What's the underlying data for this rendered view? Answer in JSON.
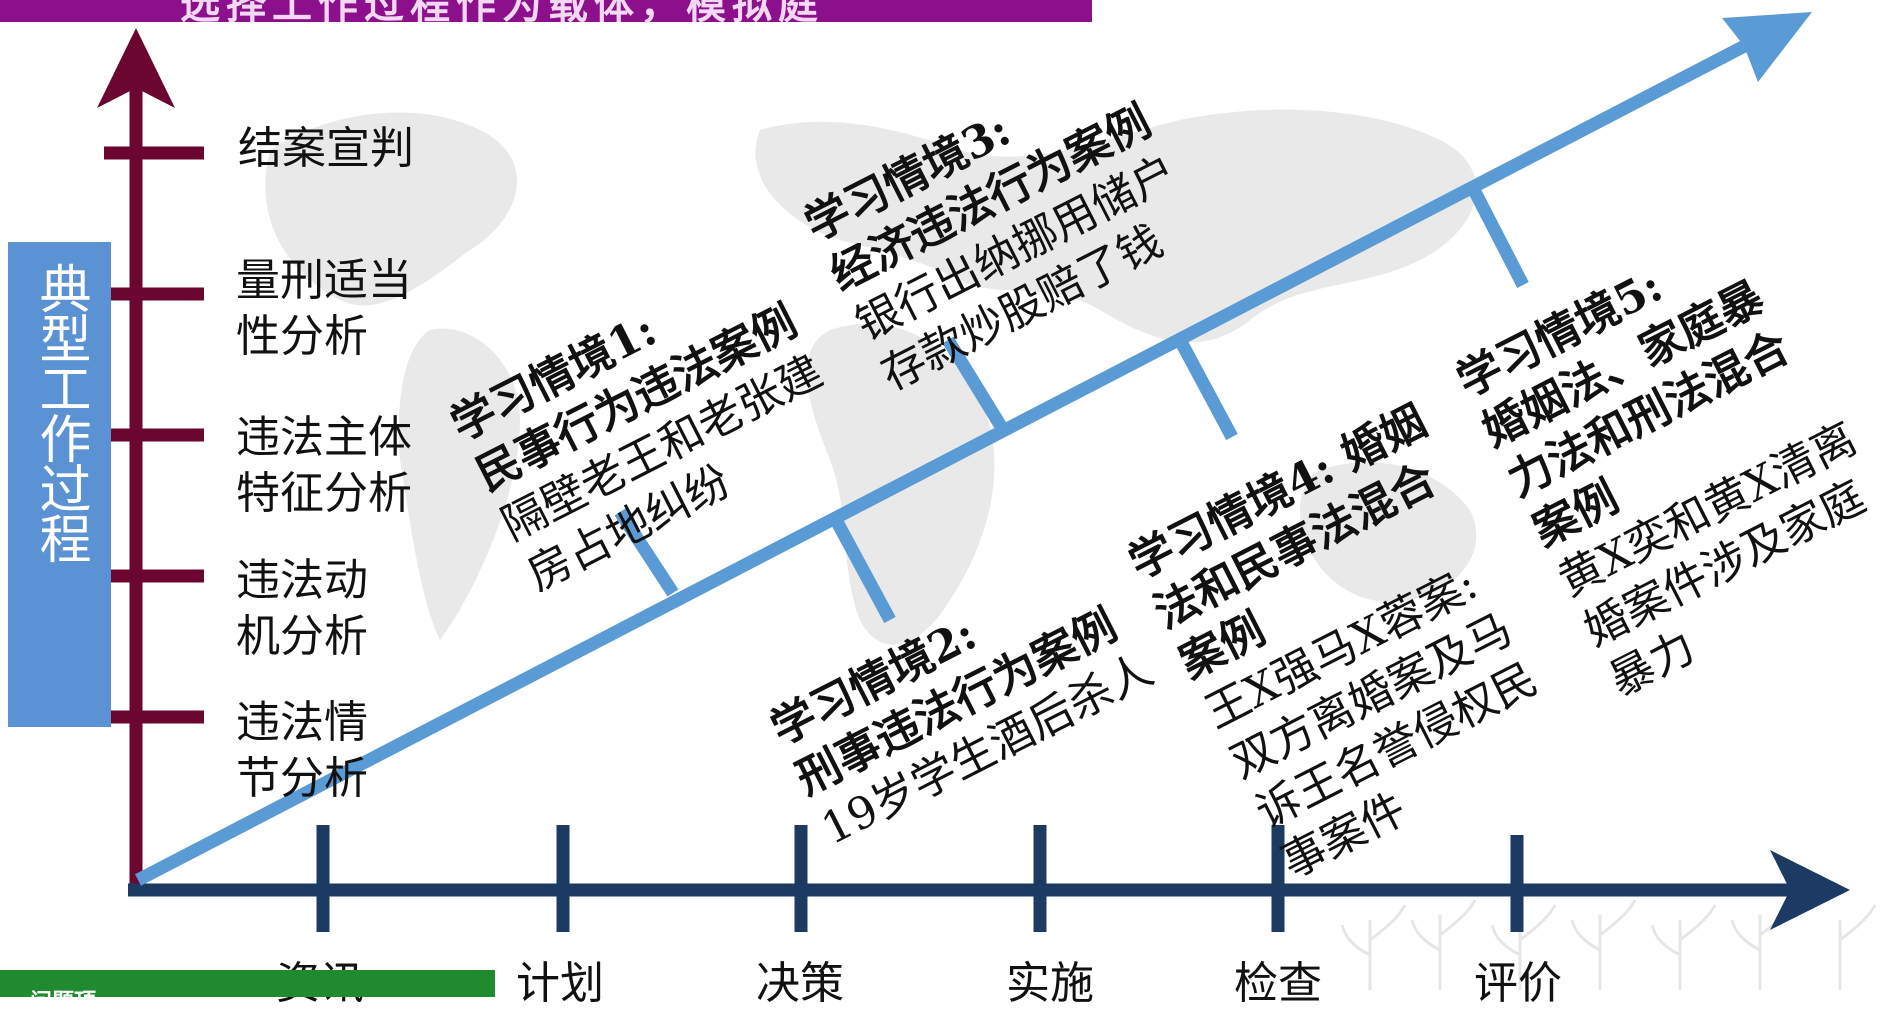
{
  "title": "选择工作过程作为载体，模拟庭",
  "side_label": "典型工作过程",
  "footer_label": "问题顶",
  "y_stages": [
    {
      "lines": [
        "结案宣判"
      ]
    },
    {
      "lines": [
        "量刑适当",
        "性分析"
      ]
    },
    {
      "lines": [
        "违法主体",
        "特征分析"
      ]
    },
    {
      "lines": [
        "违法动",
        "机分析"
      ]
    },
    {
      "lines": [
        "违法情",
        "节分析"
      ]
    }
  ],
  "x_stages": [
    "资讯",
    "计划",
    "决策",
    "实施",
    "检查",
    "评价"
  ],
  "scenarios": [
    {
      "heading": [
        "学习情境1:",
        "民事行为违法案例"
      ],
      "body": [
        "隔壁老王和老张建",
        "房占地纠纷"
      ]
    },
    {
      "heading": [
        "学习情境2:",
        "刑事违法行为案例"
      ],
      "body": [
        "19岁学生酒后杀人"
      ]
    },
    {
      "heading": [
        "学习情境3:",
        "经济违法行为案例"
      ],
      "body": [
        "银行出纳挪用储户",
        "存款炒股赔了钱"
      ]
    },
    {
      "heading": [
        "学习情境4:  婚姻",
        "法和民事法混合",
        "案例"
      ],
      "body": [
        "王X强马X蓉案:",
        "双方离婚案及马",
        "诉王名誉侵权民",
        "事案件"
      ]
    },
    {
      "heading": [
        "学习情境5:",
        "婚姻法、家庭暴",
        "力法和刑法混合",
        "案例"
      ],
      "body": [
        "黄X奕和黄X清离",
        "婚案件涉及家庭",
        "暴力"
      ]
    }
  ],
  "colors": {
    "y_axis": "#6b0630",
    "x_axis": "#1d3a63",
    "diagonal": "#5b9bd5",
    "side_box": "#5b92d3",
    "title_bar": "#8c0f8c"
  }
}
